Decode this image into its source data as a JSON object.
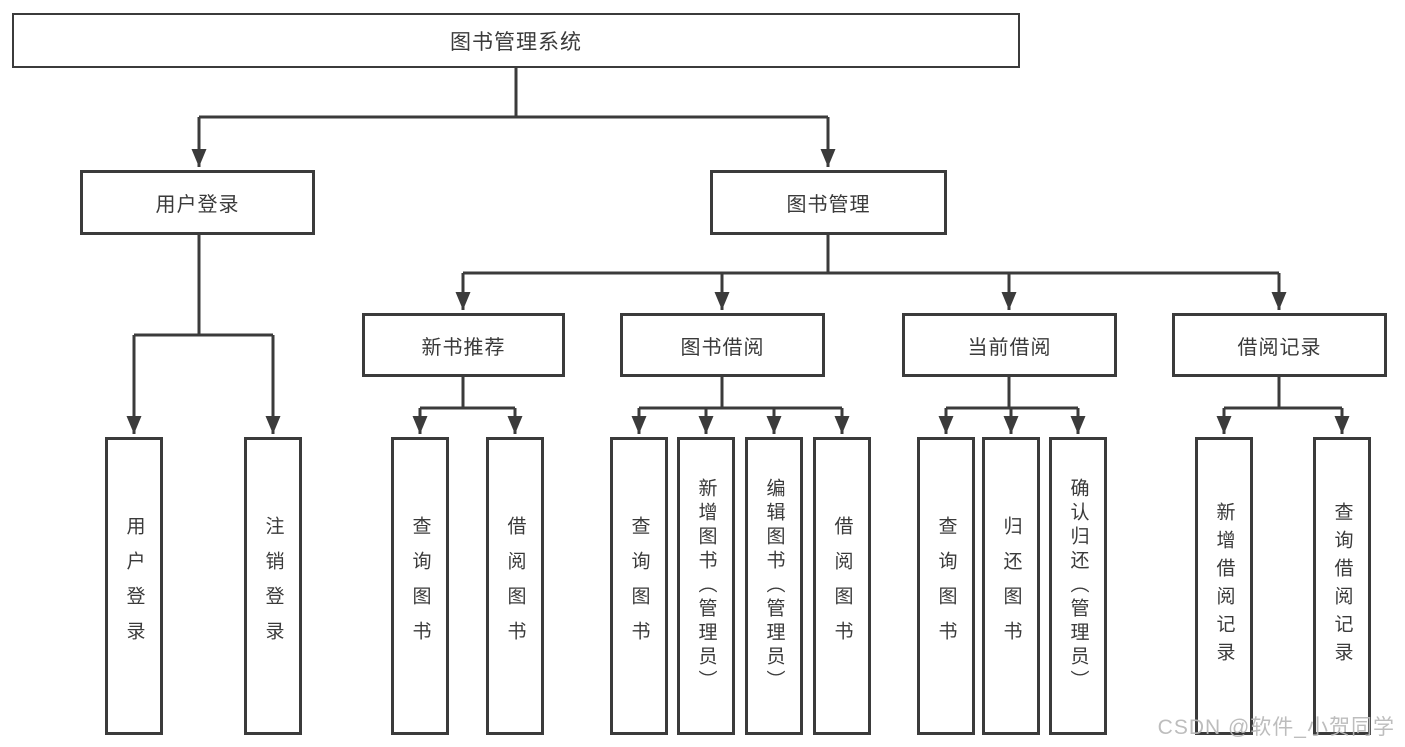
{
  "colors": {
    "line": "#3b3b3b",
    "box_border": "#3b3b3b",
    "text": "#3a3a3a",
    "background": "#ffffff",
    "watermark": "#b9b9b9"
  },
  "tree": {
    "root": "图书管理系统",
    "children": [
      {
        "label": "用户登录",
        "children": [
          {
            "label": "用户登录"
          },
          {
            "label": "注销登录"
          }
        ]
      },
      {
        "label": "图书管理",
        "children": [
          {
            "label": "新书推荐",
            "children": [
              {
                "label": "查询图书"
              },
              {
                "label": "借阅图书"
              }
            ]
          },
          {
            "label": "图书借阅",
            "children": [
              {
                "label": "查询图书"
              },
              {
                "label": "新增图书（管理员）"
              },
              {
                "label": "编辑图书（管理员）"
              },
              {
                "label": "借阅图书"
              }
            ]
          },
          {
            "label": "当前借阅",
            "children": [
              {
                "label": "查询图书"
              },
              {
                "label": "归还图书"
              },
              {
                "label": "确认归还（管理员）"
              }
            ]
          },
          {
            "label": "借阅记录",
            "children": [
              {
                "label": "新增借阅记录"
              },
              {
                "label": "查询借阅记录"
              }
            ]
          }
        ]
      }
    ]
  },
  "watermark": {
    "text": "CSDN @软件_小贺同学"
  }
}
